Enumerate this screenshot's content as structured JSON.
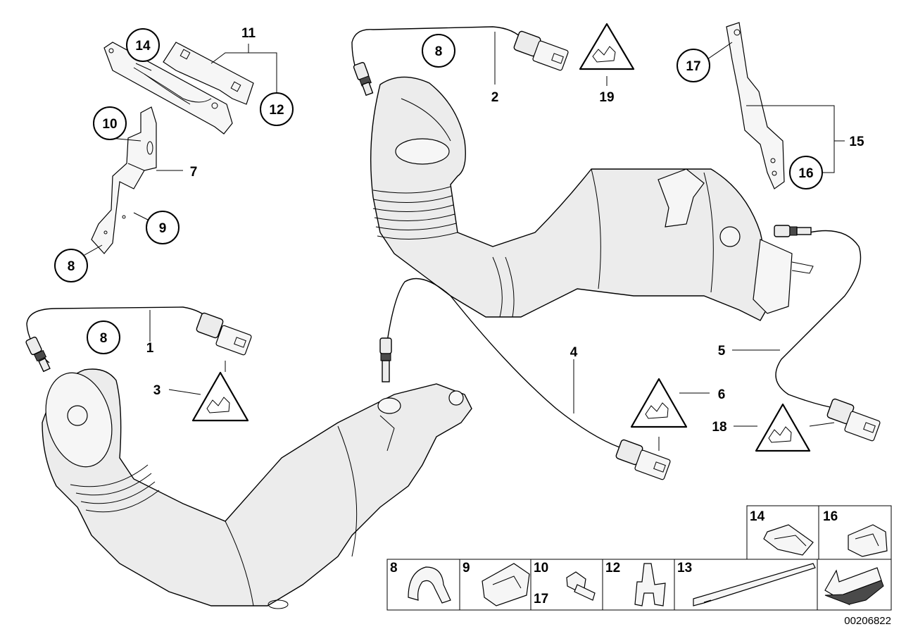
{
  "callouts": {
    "c14": "14",
    "c11": "11",
    "c12": "12",
    "c10": "10",
    "c7": "7",
    "c9": "9",
    "c8a": "8",
    "c8b": "8",
    "c2": "2",
    "c19": "19",
    "c17": "17",
    "c15": "15",
    "c16": "16",
    "c8c": "8",
    "c1": "1",
    "c3": "3",
    "c4": "4",
    "c5": "5",
    "c6": "6",
    "c18": "18"
  },
  "legend": {
    "cell_8": "8",
    "cell_9": "9",
    "cell_10": "10",
    "cell_17": "17",
    "cell_12": "12",
    "cell_13": "13",
    "cell_14": "14",
    "cell_16": "16"
  },
  "document_number": "00206822",
  "icons": [
    "warning-triangle-icon",
    "connector-plug-icon",
    "arrow-icon"
  ]
}
